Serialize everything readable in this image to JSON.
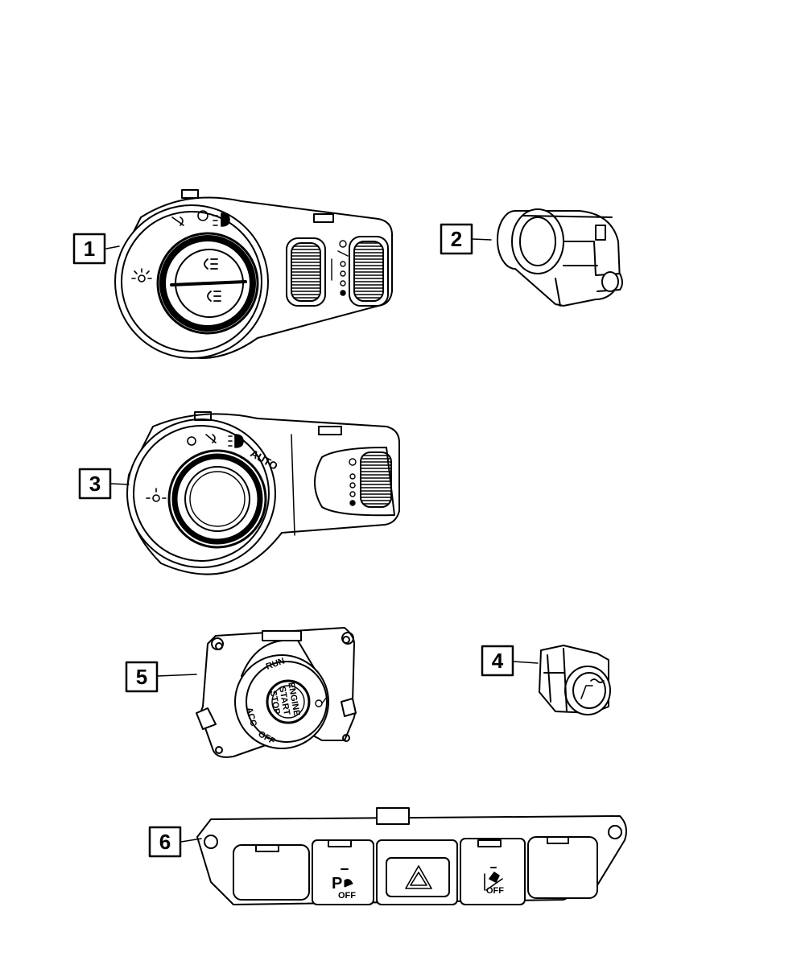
{
  "callouts": [
    "1",
    "2",
    "3",
    "4",
    "5",
    "6"
  ],
  "ignition": {
    "run": "RUN",
    "acc": "ACC",
    "off": "OFF",
    "engine": "ENGINE",
    "start": "START",
    "stop": "STOP"
  },
  "headlamp_switch": {
    "auto": "AUTO"
  },
  "switch_bank": {
    "park_off": "OFF",
    "hill_off": "OFF"
  },
  "colors": {
    "line": "#000000",
    "background": "#ffffff"
  }
}
